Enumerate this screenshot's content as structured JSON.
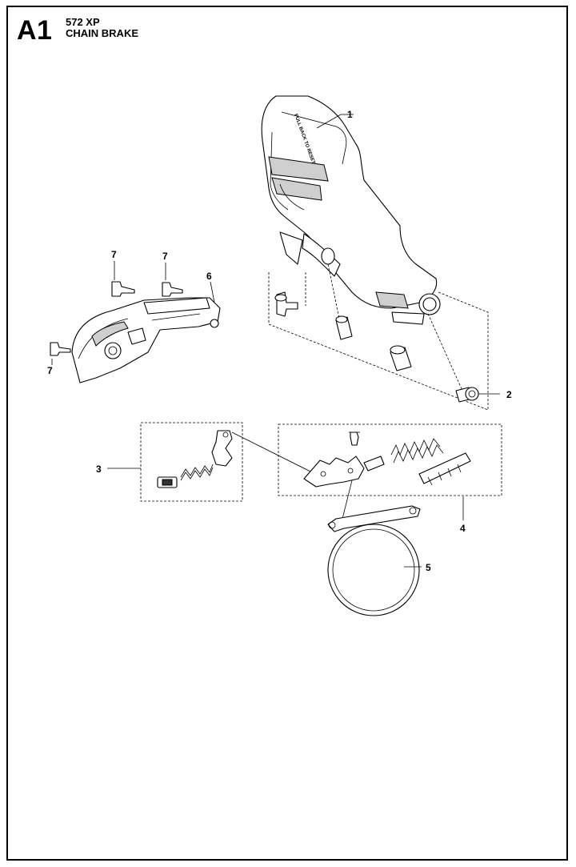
{
  "header": {
    "code": "A1",
    "model": "572 XP",
    "title": "CHAIN BRAKE"
  },
  "callouts": {
    "c1": "1",
    "c2": "2",
    "c3": "3",
    "c4": "4",
    "c5": "5",
    "c6": "6",
    "c7a": "7",
    "c7b": "7",
    "c7c": "7"
  },
  "handguard_text": "PULL BACK TO RESET"
}
